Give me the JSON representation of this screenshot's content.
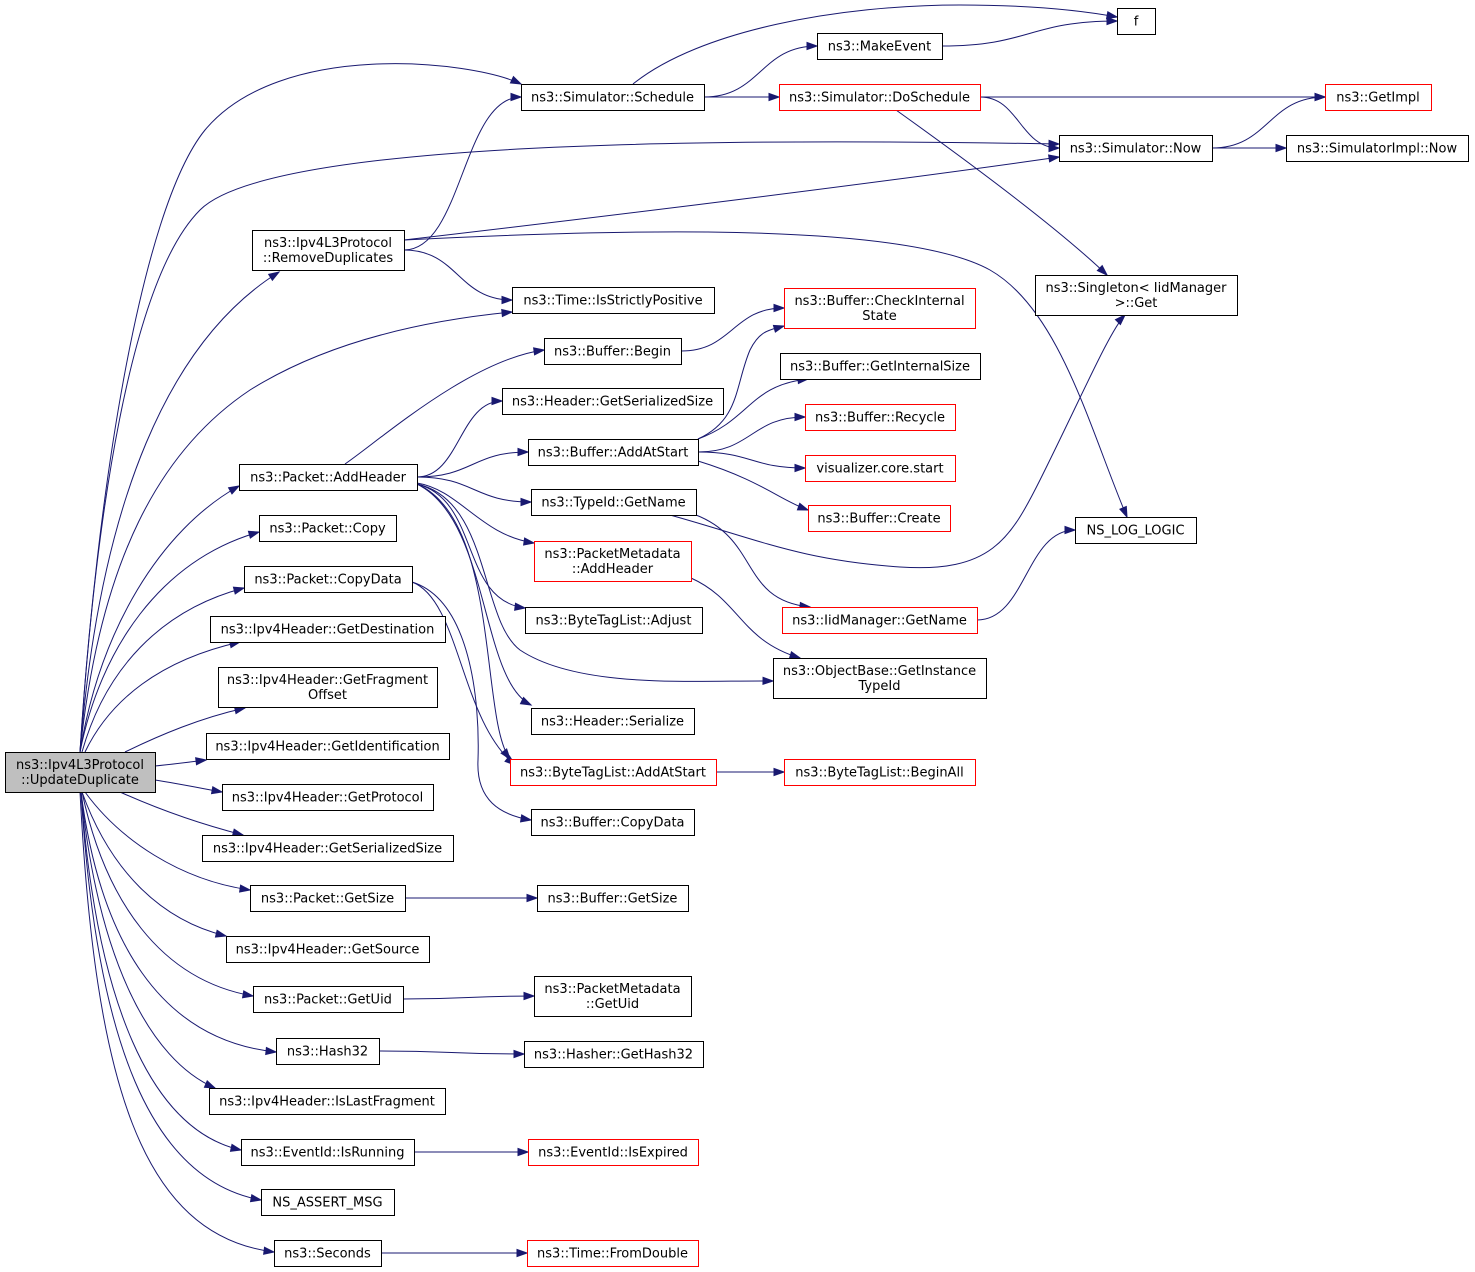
{
  "diagram": {
    "colors": {
      "edge": "#191970",
      "node_border_default": "#000000",
      "node_border_truncated": "#ff0000",
      "root_fill": "#bfbfbf",
      "node_fill": "#ffffff",
      "text": "#000000"
    },
    "nodes": [
      {
        "id": "updateduplicate",
        "lines": [
          "ns3::Ipv4L3Protocol",
          "::UpdateDuplicate"
        ],
        "style": "root"
      },
      {
        "id": "f",
        "lines": [
          "f"
        ],
        "style": "normal"
      },
      {
        "id": "makeevent",
        "lines": [
          "ns3::MakeEvent"
        ],
        "style": "normal"
      },
      {
        "id": "schedule",
        "lines": [
          "ns3::Simulator::Schedule"
        ],
        "style": "normal"
      },
      {
        "id": "doschedule",
        "lines": [
          "ns3::Simulator::DoSchedule"
        ],
        "style": "truncated"
      },
      {
        "id": "getimpl",
        "lines": [
          "ns3::GetImpl"
        ],
        "style": "truncated"
      },
      {
        "id": "now",
        "lines": [
          "ns3::Simulator::Now"
        ],
        "style": "normal"
      },
      {
        "id": "implnow",
        "lines": [
          "ns3::SimulatorImpl::Now"
        ],
        "style": "normal"
      },
      {
        "id": "removedup",
        "lines": [
          "ns3::Ipv4L3Protocol",
          "::RemoveDuplicates"
        ],
        "style": "normal"
      },
      {
        "id": "singleton",
        "lines": [
          "ns3::Singleton< IidManager",
          " >::Get"
        ],
        "style": "normal"
      },
      {
        "id": "strictpos",
        "lines": [
          "ns3::Time::IsStrictlyPositive"
        ],
        "style": "normal"
      },
      {
        "id": "checkinternal",
        "lines": [
          "ns3::Buffer::CheckInternal",
          "State"
        ],
        "style": "truncated"
      },
      {
        "id": "bufbegin",
        "lines": [
          "ns3::Buffer::Begin"
        ],
        "style": "normal"
      },
      {
        "id": "getinternalsize",
        "lines": [
          "ns3::Buffer::GetInternalSize"
        ],
        "style": "normal"
      },
      {
        "id": "hdrsersize",
        "lines": [
          "ns3::Header::GetSerializedSize"
        ],
        "style": "normal"
      },
      {
        "id": "recycle",
        "lines": [
          "ns3::Buffer::Recycle"
        ],
        "style": "truncated"
      },
      {
        "id": "addatstart",
        "lines": [
          "ns3::Buffer::AddAtStart"
        ],
        "style": "normal"
      },
      {
        "id": "addheader",
        "lines": [
          "ns3::Packet::AddHeader"
        ],
        "style": "normal"
      },
      {
        "id": "vizstart",
        "lines": [
          "visualizer.core.start"
        ],
        "style": "truncated"
      },
      {
        "id": "typeidname",
        "lines": [
          "ns3::TypeId::GetName"
        ],
        "style": "normal"
      },
      {
        "id": "bufcreate",
        "lines": [
          "ns3::Buffer::Create"
        ],
        "style": "truncated"
      },
      {
        "id": "nslog",
        "lines": [
          "NS_LOG_LOGIC"
        ],
        "style": "normal"
      },
      {
        "id": "pktcopy",
        "lines": [
          "ns3::Packet::Copy"
        ],
        "style": "normal"
      },
      {
        "id": "metaaddheader",
        "lines": [
          "ns3::PacketMetadata",
          "::AddHeader"
        ],
        "style": "truncated"
      },
      {
        "id": "copydata",
        "lines": [
          "ns3::Packet::CopyData"
        ],
        "style": "normal"
      },
      {
        "id": "bytetagadjust",
        "lines": [
          "ns3::ByteTagList::Adjust"
        ],
        "style": "normal"
      },
      {
        "id": "iidgetname",
        "lines": [
          "ns3::IidManager::GetName"
        ],
        "style": "truncated"
      },
      {
        "id": "getdest",
        "lines": [
          "ns3::Ipv4Header::GetDestination"
        ],
        "style": "normal"
      },
      {
        "id": "getinstancetypeid",
        "lines": [
          "ns3::ObjectBase::GetInstance",
          "TypeId"
        ],
        "style": "normal"
      },
      {
        "id": "getfragoffset",
        "lines": [
          "ns3::Ipv4Header::GetFragment",
          "Offset"
        ],
        "style": "normal"
      },
      {
        "id": "hdrserialize",
        "lines": [
          "ns3::Header::Serialize"
        ],
        "style": "normal"
      },
      {
        "id": "getident",
        "lines": [
          "ns3::Ipv4Header::GetIdentification"
        ],
        "style": "normal"
      },
      {
        "id": "btladdatstart",
        "lines": [
          "ns3::ByteTagList::AddAtStart"
        ],
        "style": "truncated"
      },
      {
        "id": "btlbeginall",
        "lines": [
          "ns3::ByteTagList::BeginAll"
        ],
        "style": "truncated"
      },
      {
        "id": "getprotocol",
        "lines": [
          "ns3::Ipv4Header::GetProtocol"
        ],
        "style": "normal"
      },
      {
        "id": "bufcopydata",
        "lines": [
          "ns3::Buffer::CopyData"
        ],
        "style": "normal"
      },
      {
        "id": "ipv4sersize",
        "lines": [
          "ns3::Ipv4Header::GetSerializedSize"
        ],
        "style": "normal"
      },
      {
        "id": "pktgetsize",
        "lines": [
          "ns3::Packet::GetSize"
        ],
        "style": "normal"
      },
      {
        "id": "bufgetsize",
        "lines": [
          "ns3::Buffer::GetSize"
        ],
        "style": "normal"
      },
      {
        "id": "getsource",
        "lines": [
          "ns3::Ipv4Header::GetSource"
        ],
        "style": "normal"
      },
      {
        "id": "pktgetuid",
        "lines": [
          "ns3::Packet::GetUid"
        ],
        "style": "normal"
      },
      {
        "id": "metagetuid",
        "lines": [
          "ns3::PacketMetadata",
          "::GetUid"
        ],
        "style": "normal"
      },
      {
        "id": "hash32",
        "lines": [
          "ns3::Hash32"
        ],
        "style": "normal"
      },
      {
        "id": "gethash32",
        "lines": [
          "ns3::Hasher::GetHash32"
        ],
        "style": "normal"
      },
      {
        "id": "islastfrag",
        "lines": [
          "ns3::Ipv4Header::IsLastFragment"
        ],
        "style": "normal"
      },
      {
        "id": "isrunning",
        "lines": [
          "ns3::EventId::IsRunning"
        ],
        "style": "normal"
      },
      {
        "id": "isexpired",
        "lines": [
          "ns3::EventId::IsExpired"
        ],
        "style": "truncated"
      },
      {
        "id": "assertmsg",
        "lines": [
          "NS_ASSERT_MSG"
        ],
        "style": "normal"
      },
      {
        "id": "seconds",
        "lines": [
          "ns3::Seconds"
        ],
        "style": "normal"
      },
      {
        "id": "fromdouble",
        "lines": [
          "ns3::Time::FromDouble"
        ],
        "style": "truncated"
      }
    ],
    "edges": [
      {
        "from": "updateduplicate",
        "to": "schedule"
      },
      {
        "from": "updateduplicate",
        "to": "now"
      },
      {
        "from": "updateduplicate",
        "to": "removedup"
      },
      {
        "from": "updateduplicate",
        "to": "strictpos"
      },
      {
        "from": "updateduplicate",
        "to": "addheader"
      },
      {
        "from": "updateduplicate",
        "to": "pktcopy"
      },
      {
        "from": "updateduplicate",
        "to": "copydata"
      },
      {
        "from": "updateduplicate",
        "to": "getdest"
      },
      {
        "from": "updateduplicate",
        "to": "getfragoffset"
      },
      {
        "from": "updateduplicate",
        "to": "getident"
      },
      {
        "from": "updateduplicate",
        "to": "getprotocol"
      },
      {
        "from": "updateduplicate",
        "to": "ipv4sersize"
      },
      {
        "from": "updateduplicate",
        "to": "pktgetsize"
      },
      {
        "from": "updateduplicate",
        "to": "getsource"
      },
      {
        "from": "updateduplicate",
        "to": "pktgetuid"
      },
      {
        "from": "updateduplicate",
        "to": "hash32"
      },
      {
        "from": "updateduplicate",
        "to": "islastfrag"
      },
      {
        "from": "updateduplicate",
        "to": "isrunning"
      },
      {
        "from": "updateduplicate",
        "to": "assertmsg"
      },
      {
        "from": "updateduplicate",
        "to": "seconds"
      },
      {
        "from": "schedule",
        "to": "f"
      },
      {
        "from": "schedule",
        "to": "makeevent"
      },
      {
        "from": "schedule",
        "to": "doschedule"
      },
      {
        "from": "makeevent",
        "to": "f"
      },
      {
        "from": "doschedule",
        "to": "getimpl"
      },
      {
        "from": "doschedule",
        "to": "now"
      },
      {
        "from": "doschedule",
        "to": "singleton"
      },
      {
        "from": "now",
        "to": "getimpl"
      },
      {
        "from": "now",
        "to": "implnow"
      },
      {
        "from": "removedup",
        "to": "schedule"
      },
      {
        "from": "removedup",
        "to": "now"
      },
      {
        "from": "removedup",
        "to": "strictpos"
      },
      {
        "from": "removedup",
        "to": "nslog"
      },
      {
        "from": "addheader",
        "to": "bufbegin"
      },
      {
        "from": "addheader",
        "to": "hdrsersize"
      },
      {
        "from": "addheader",
        "to": "addatstart"
      },
      {
        "from": "addheader",
        "to": "typeidname"
      },
      {
        "from": "addheader",
        "to": "metaaddheader"
      },
      {
        "from": "addheader",
        "to": "bytetagadjust"
      },
      {
        "from": "addheader",
        "to": "getinstancetypeid"
      },
      {
        "from": "addheader",
        "to": "hdrserialize"
      },
      {
        "from": "addheader",
        "to": "btladdatstart"
      },
      {
        "from": "bufbegin",
        "to": "checkinternal"
      },
      {
        "from": "addatstart",
        "to": "checkinternal"
      },
      {
        "from": "addatstart",
        "to": "getinternalsize"
      },
      {
        "from": "addatstart",
        "to": "recycle"
      },
      {
        "from": "addatstart",
        "to": "vizstart"
      },
      {
        "from": "addatstart",
        "to": "bufcreate"
      },
      {
        "from": "typeidname",
        "to": "singleton"
      },
      {
        "from": "typeidname",
        "to": "iidgetname"
      },
      {
        "from": "iidgetname",
        "to": "nslog"
      },
      {
        "from": "metaaddheader",
        "to": "getinstancetypeid"
      },
      {
        "from": "copydata",
        "to": "btladdatstart"
      },
      {
        "from": "copydata",
        "to": "bufcopydata"
      },
      {
        "from": "btladdatstart",
        "to": "btlbeginall"
      },
      {
        "from": "pktgetsize",
        "to": "bufgetsize"
      },
      {
        "from": "pktgetuid",
        "to": "metagetuid"
      },
      {
        "from": "hash32",
        "to": "gethash32"
      },
      {
        "from": "isrunning",
        "to": "isexpired"
      },
      {
        "from": "seconds",
        "to": "fromdouble"
      }
    ]
  }
}
